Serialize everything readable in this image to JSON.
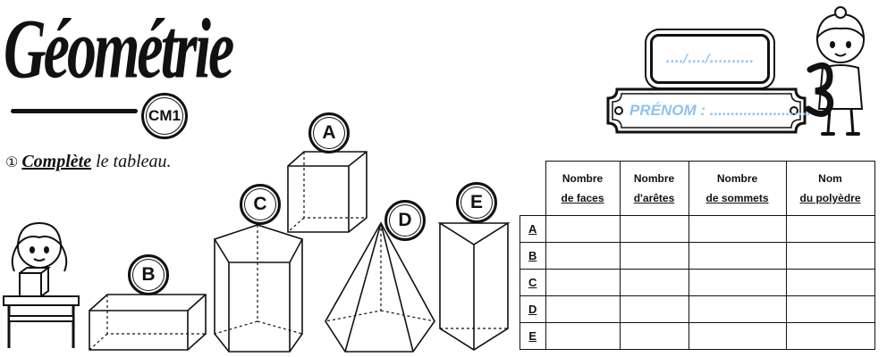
{
  "header": {
    "title": "Géométrie",
    "level_badge": "CM1",
    "date_placeholder": "..../..../..........",
    "name_label": "PRÉNOM :",
    "name_dots": ".........................."
  },
  "exercise": {
    "number": "①",
    "instruction_bold": "Complète",
    "instruction_rest": " le tableau."
  },
  "shapes": [
    {
      "label": "A",
      "type": "cube-icon"
    },
    {
      "label": "B",
      "type": "rectangular-prism-icon"
    },
    {
      "label": "C",
      "type": "pentagonal-prism-icon"
    },
    {
      "label": "D",
      "type": "pentagonal-pyramid-icon"
    },
    {
      "label": "E",
      "type": "triangular-prism-icon"
    }
  ],
  "table": {
    "columns": [
      {
        "line1": "Nombre",
        "line2": "de faces"
      },
      {
        "line1": "Nombre",
        "line2": "d'arêtes"
      },
      {
        "line1": "Nombre",
        "line2": "de sommets"
      },
      {
        "line1": "Nom",
        "line2": "du polyèdre"
      }
    ],
    "rows": [
      "A",
      "B",
      "C",
      "D",
      "E"
    ],
    "cells": [
      [
        "",
        "",
        "",
        ""
      ],
      [
        "",
        "",
        "",
        ""
      ],
      [
        "",
        "",
        "",
        ""
      ],
      [
        "",
        "",
        "",
        ""
      ],
      [
        "",
        "",
        "",
        ""
      ]
    ]
  },
  "colors": {
    "ink": "#111111",
    "field_hint": "#8ec3ee"
  }
}
